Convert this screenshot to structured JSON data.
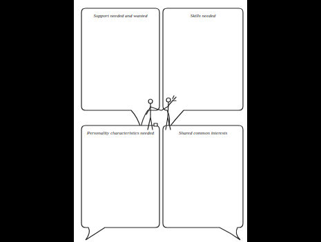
{
  "diagram": {
    "nodes": [
      {
        "text": [
          "Support needed and wanted"
        ]
      },
      {
        "text": [
          "Skills needed"
        ]
      },
      {
        "text": [
          "Personality characteristics needed"
        ]
      },
      {
        "text": [
          "Shared common interests"
        ]
      }
    ]
  }
}
